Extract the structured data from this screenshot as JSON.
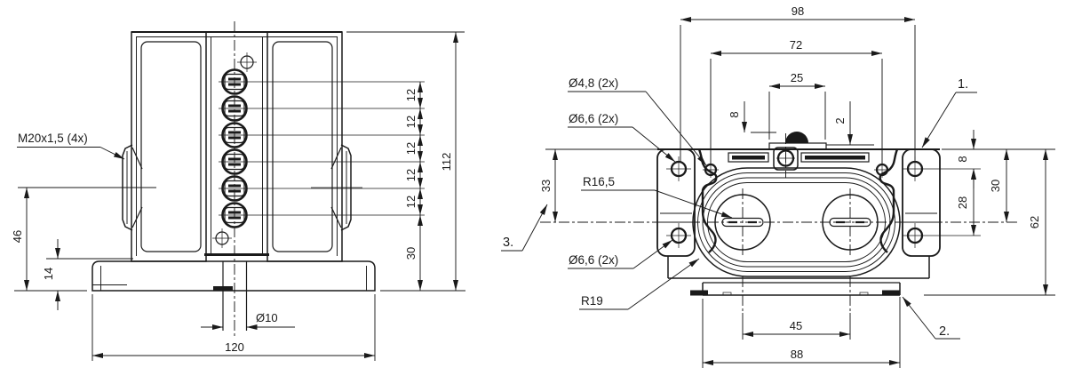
{
  "drawing": {
    "title": "mounting-block-two-view-dimensioned-drawing",
    "front_view": {
      "labels": {
        "thread_callout": "M20x1,5 (4x)",
        "dim_46": "46",
        "dim_14": "14",
        "dim_120": "120",
        "dim_dia10": "Ø10",
        "dim_12": "12",
        "dim_30": "30",
        "dim_112": "112"
      }
    },
    "top_view": {
      "labels": {
        "dim_98": "98",
        "dim_72": "72",
        "dim_25": "25",
        "dim_8_top": "8",
        "dim_2": "2",
        "callout_dia48": "Ø4,8 (2x)",
        "callout_dia66_top": "Ø6,6 (2x)",
        "callout_r165": "R16,5",
        "callout_dia66_bottom": "Ø6,6 (2x)",
        "callout_r19": "R19",
        "dim_33": "33",
        "note_1": "1.",
        "note_2": "2.",
        "note_3": "3.",
        "dim_8_right": "8",
        "dim_28": "28",
        "dim_30_right": "30",
        "dim_62": "62",
        "dim_45": "45",
        "dim_88": "88"
      }
    },
    "line_color": "#1a1a1a",
    "background_color": "#ffffff"
  }
}
